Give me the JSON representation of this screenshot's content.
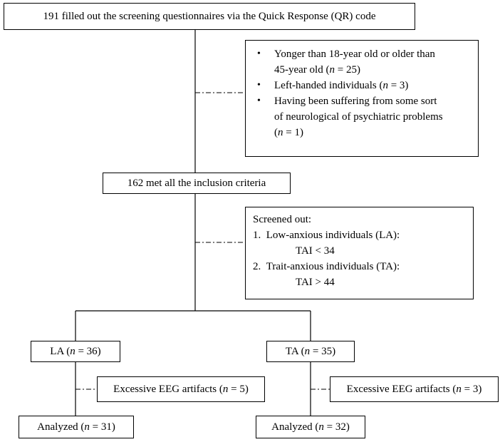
{
  "top_box": "191 filled out the screening questionnaires via the Quick Response (QR) code",
  "exclusion_1": {
    "items": [
      {
        "lines": [
          "Yonger than 18-year old or older than",
          "45-year old "
        ],
        "n_var": "n",
        "n_val": " = 25)"
      },
      {
        "text": "Left-handed individuals ",
        "n_var": "n",
        "n_val": " = 3)"
      },
      {
        "lines": [
          "Having been suffering from some sort",
          "of neurological of psychiatric problems",
          ""
        ],
        "n_var": "n",
        "n_val": " = 1)"
      }
    ]
  },
  "inclusion_box": "162 met all the inclusion criteria",
  "exclusion_2": {
    "heading": "Screened out:",
    "item1_num": "1.",
    "item1_label": "Low-anxious individuals (LA):",
    "item1_cond": "TAI < 34",
    "item2_num": "2.",
    "item2_label": "Trait-anxious individuals (TA):",
    "item2_cond": "TAI > 44"
  },
  "la_group": {
    "label": "LA (",
    "n_var": "n",
    "n_val": " = 36)"
  },
  "ta_group": {
    "label": "TA (",
    "n_var": "n",
    "n_val": " = 35)"
  },
  "la_excluded": {
    "label": "Excessive EEG artifacts (",
    "n_var": "n",
    "n_val": " = 5)"
  },
  "ta_excluded": {
    "label": "Excessive EEG artifacts (",
    "n_var": "n",
    "n_val": " = 3)"
  },
  "la_analyzed": {
    "label": "Analyzed (",
    "n_var": "n",
    "n_val": " = 31)"
  },
  "ta_analyzed": {
    "label": "Analyzed (",
    "n_var": "n",
    "n_val": " = 32)"
  }
}
